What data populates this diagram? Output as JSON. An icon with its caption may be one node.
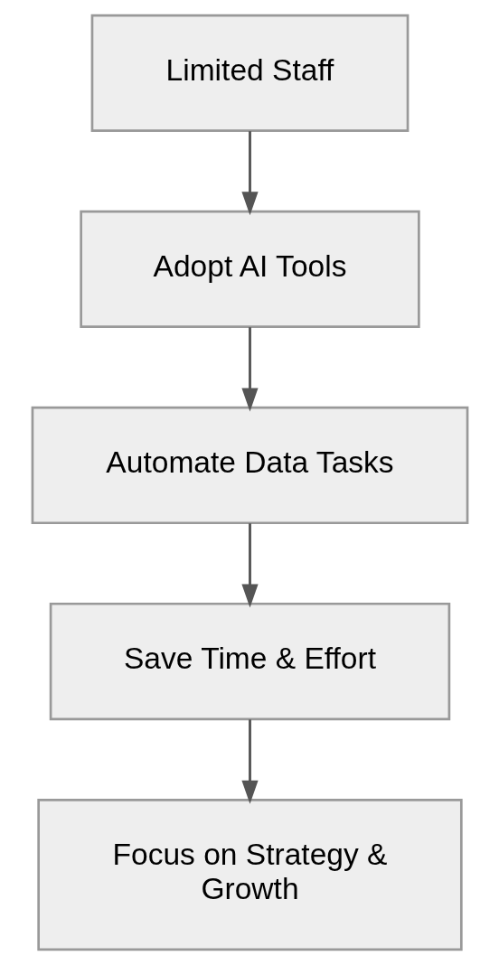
{
  "diagram": {
    "nodes": [
      {
        "text": [
          "Limited Staff"
        ]
      },
      {
        "text": [
          "Adopt AI Tools"
        ]
      },
      {
        "text": [
          "Automate Data Tasks"
        ]
      },
      {
        "text": [
          "Save Time & Effort"
        ]
      },
      {
        "text": [
          "Focus on Strategy & Growth"
        ]
      }
    ],
    "edges": [
      {
        "from": 0,
        "to": 1,
        "arrow": "to"
      },
      {
        "from": 1,
        "to": 2,
        "arrow": "to"
      },
      {
        "from": 2,
        "to": 3,
        "arrow": "to"
      },
      {
        "from": 3,
        "to": 4,
        "arrow": "to"
      }
    ]
  }
}
